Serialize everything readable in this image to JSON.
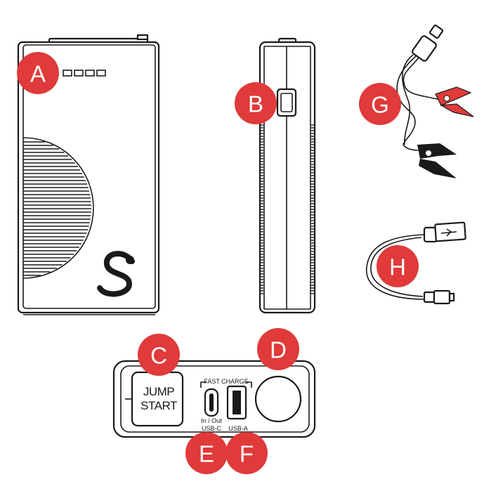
{
  "markers": {
    "a": "A",
    "b": "B",
    "c": "C",
    "d": "D",
    "e": "E",
    "f": "F",
    "g": "G",
    "h": "H"
  },
  "button": {
    "line1": "JUMP",
    "line2": "START"
  },
  "ports": {
    "header": "FAST CHARGE",
    "usb_c_line1": "In / Out",
    "usb_c_line2": "USB-C",
    "usb_a": "USB-A"
  },
  "colors": {
    "marker": "#e03a3a",
    "outline": "#1a1a1a",
    "clamp_red": "#e03a3a",
    "clamp_black": "#1a1a1a"
  }
}
